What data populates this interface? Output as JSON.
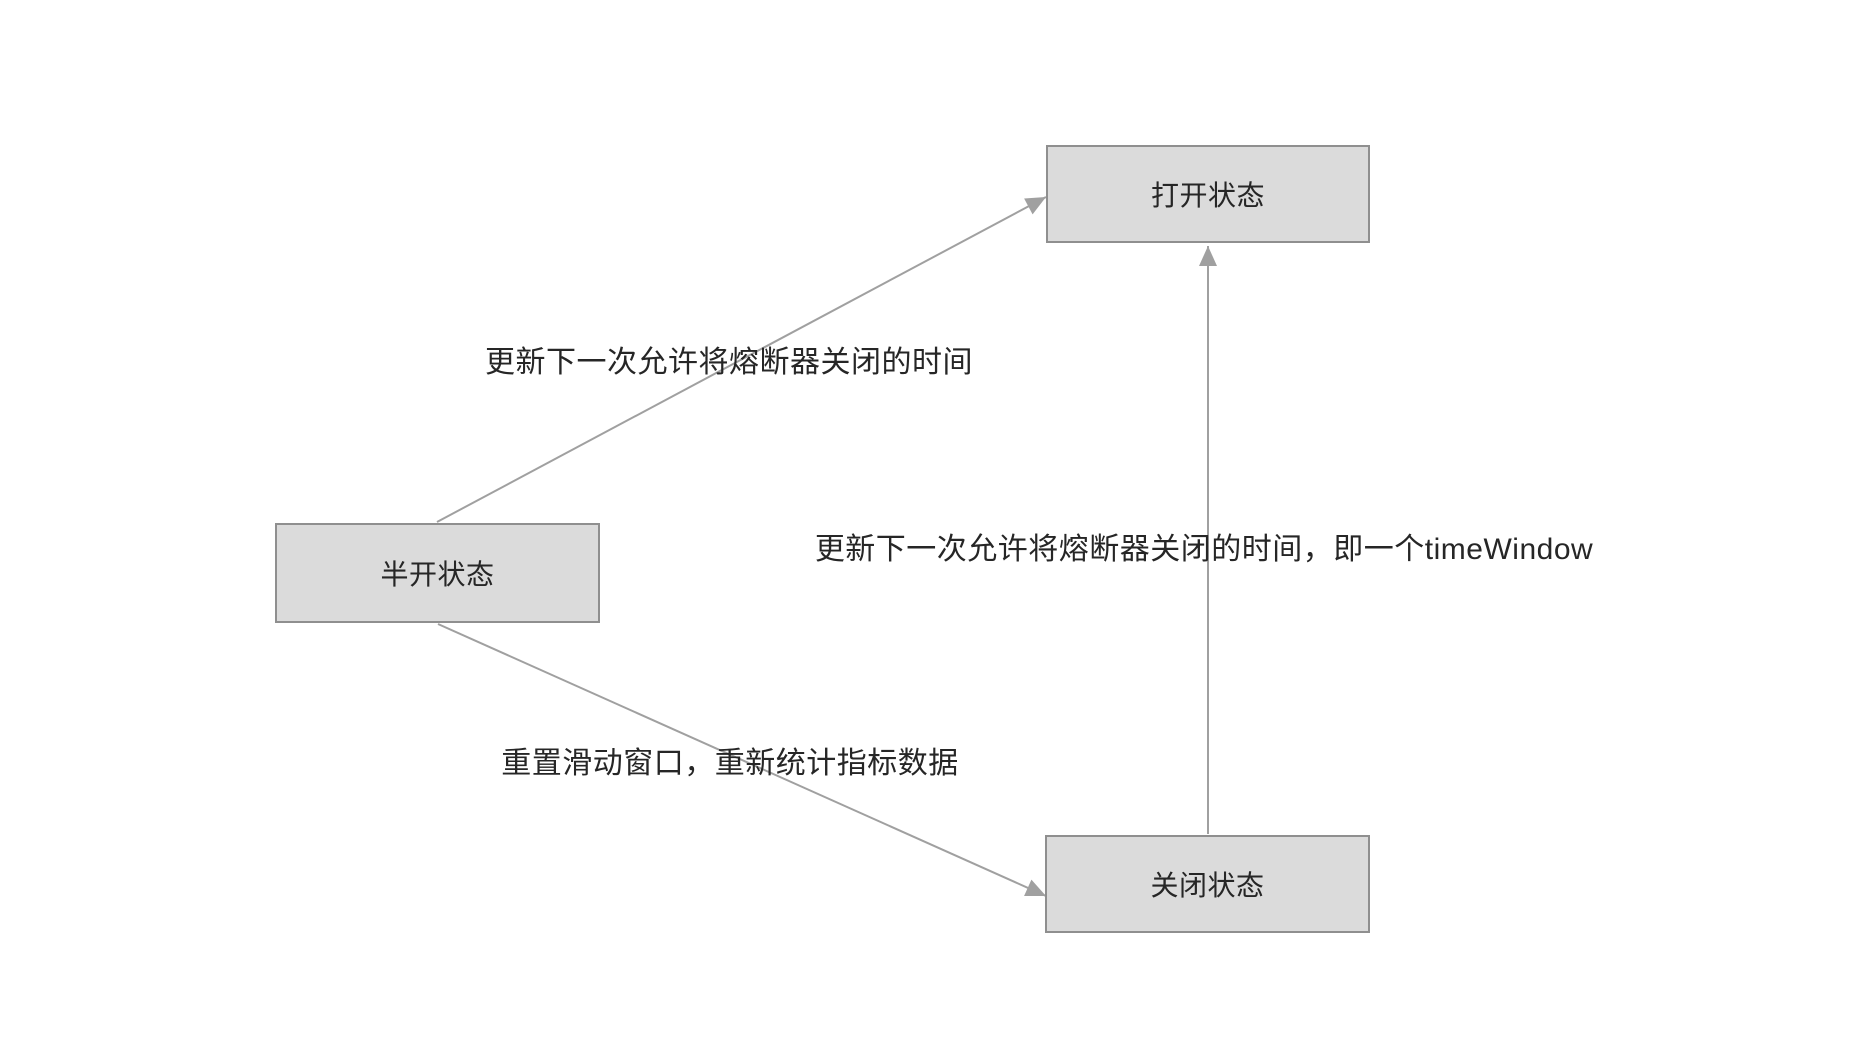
{
  "diagram": {
    "type": "state-diagram",
    "background_color": "#ffffff",
    "node_fill_color": "#dbdbdb",
    "node_border_color": "#8f8f8f",
    "connector_color": "#a0a0a0",
    "text_color": "#262626",
    "nodes": [
      {
        "id": "open",
        "label": "打开状态"
      },
      {
        "id": "half-open",
        "label": "半开状态"
      },
      {
        "id": "closed",
        "label": "关闭状态"
      }
    ],
    "edges": [
      {
        "from": "half-open",
        "to": "open",
        "label": "更新下一次允许将熔断器关闭的时间"
      },
      {
        "from": "closed",
        "to": "open",
        "label": "更新下一次允许将熔断器关闭的时间，即一个timeWindow"
      },
      {
        "from": "half-open",
        "to": "closed",
        "label": "重置滑动窗口，重新统计指标数据"
      }
    ]
  }
}
